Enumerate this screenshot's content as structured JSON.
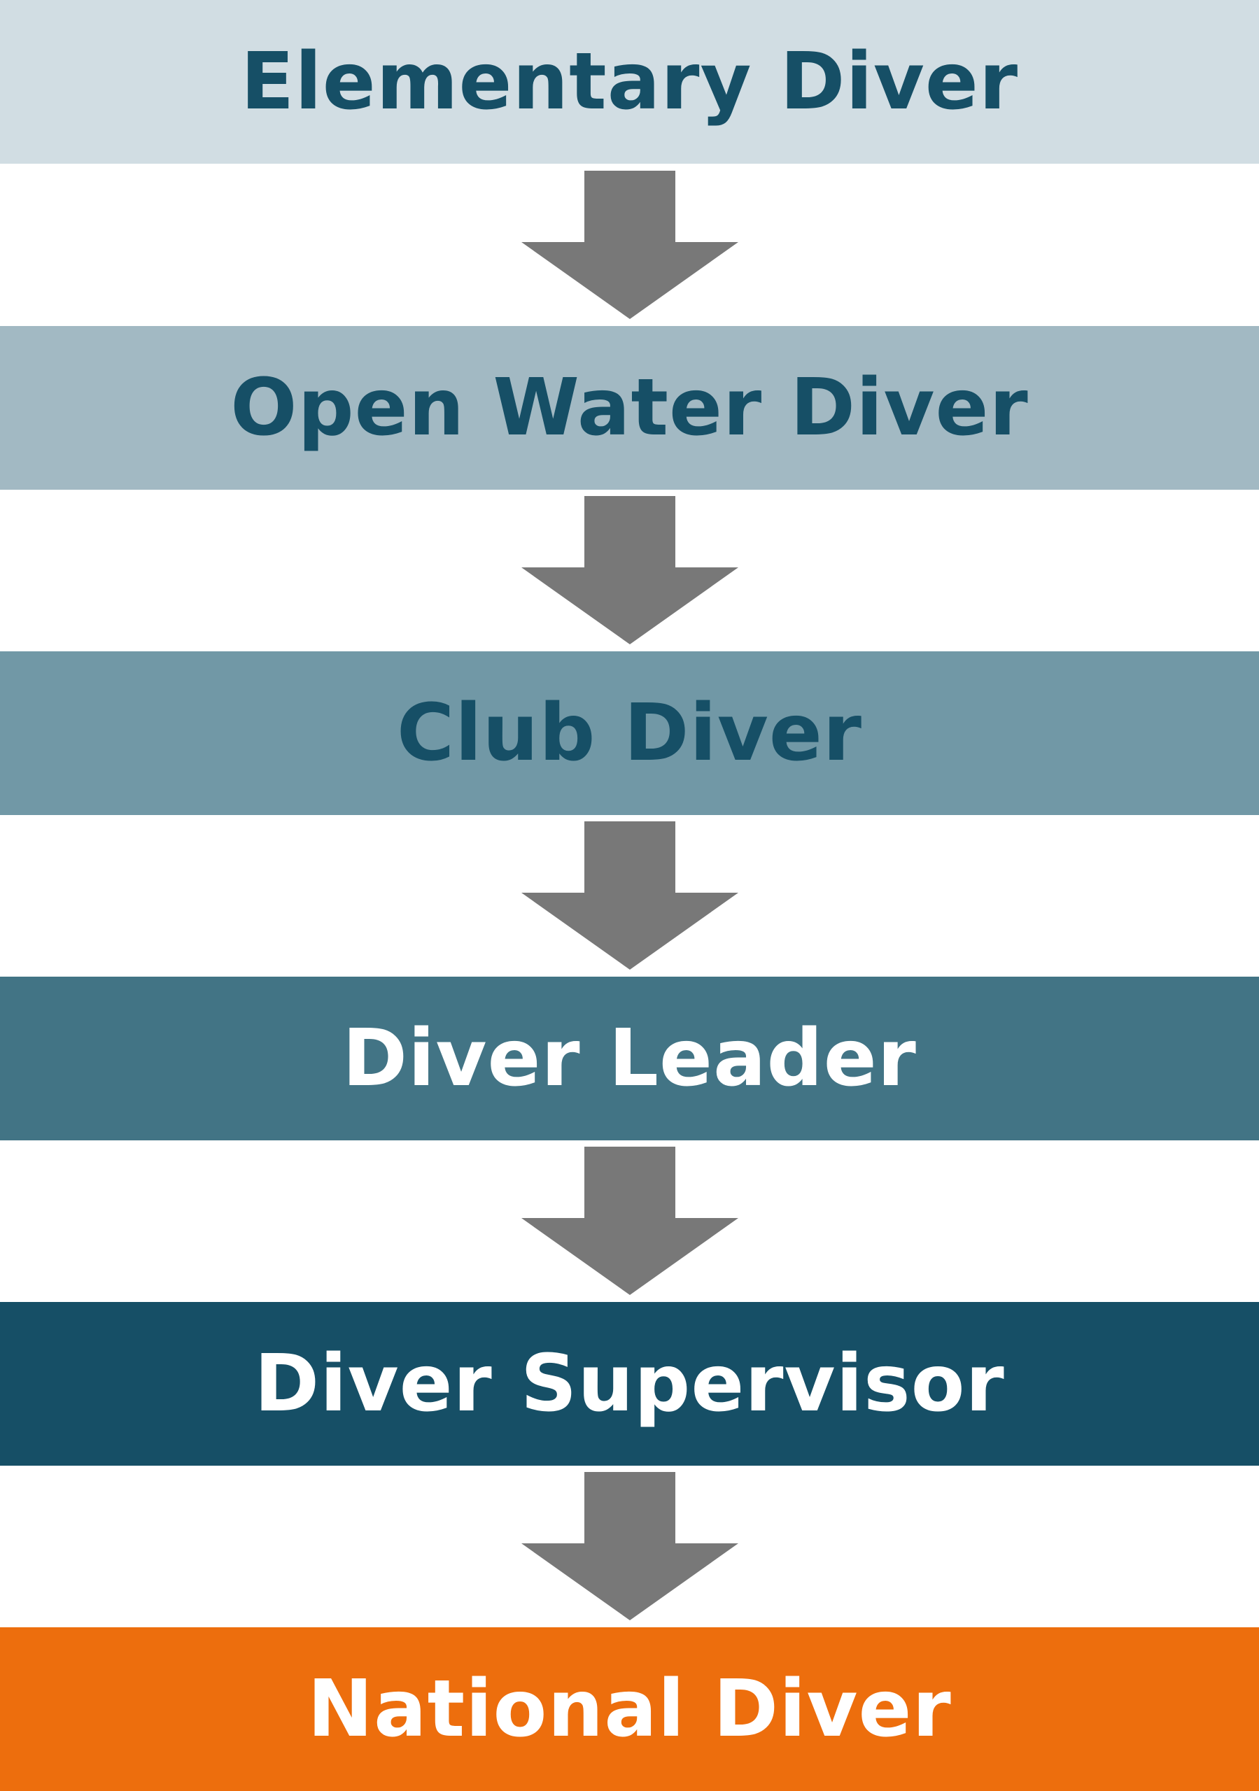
{
  "pathway": {
    "levels": [
      {
        "label": "Elementary Diver",
        "bg": "#d1dde3",
        "fg": "#164f66"
      },
      {
        "label": "Open Water Diver",
        "bg": "#a2b9c3",
        "fg": "#164f66"
      },
      {
        "label": "Club Diver",
        "bg": "#7198a6",
        "fg": "#164f66"
      },
      {
        "label": "Diver Leader",
        "bg": "#427485",
        "fg": "#ffffff"
      },
      {
        "label": "Diver Supervisor",
        "bg": "#164f66",
        "fg": "#ffffff"
      },
      {
        "label": "National Diver",
        "bg": "#ed6e0d",
        "fg": "#ffffff"
      }
    ],
    "arrow_color": "#787878",
    "connector_icon": "down-arrow-icon"
  }
}
